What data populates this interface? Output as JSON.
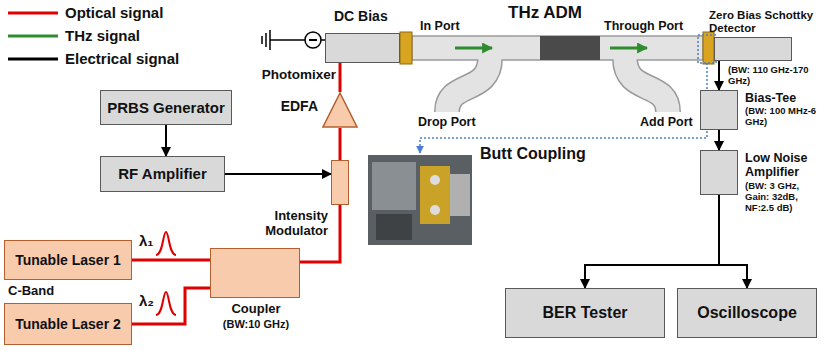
{
  "diagram": {
    "nodes": [
      {
        "text": [
          "Photomixer"
        ]
      },
      {
        "text": [
          "Zero Bias Schottky Detector",
          "(BW: 110 GHz-170 GHz)"
        ]
      },
      {
        "text": [
          "PRBS Generator"
        ]
      },
      {
        "text": [
          "RF Amplifier"
        ]
      },
      {
        "text": [
          "EDFA"
        ]
      },
      {
        "text": [
          "Intensity Modulator"
        ]
      },
      {
        "text": [
          "Bias-Tee",
          "(BW: 100 MHz-6 GHz)"
        ]
      },
      {
        "text": [
          "Low Noise Amplifier",
          "(BW: 3 GHz, Gain: 32dB, NF:2.5 dB)"
        ]
      },
      {
        "text": [
          "Tunable Laser 1"
        ]
      },
      {
        "text": [
          "Tunable Laser 2"
        ]
      },
      {
        "text": [
          "Coupler",
          "(BW:10 GHz)"
        ]
      },
      {
        "text": [
          "BER Tester"
        ]
      },
      {
        "text": [
          "Oscilloscope"
        ]
      }
    ],
    "edges": [
      {
        "from": 2,
        "to": 3,
        "arrow": "to"
      },
      {
        "from": 3,
        "to": 5,
        "arrow": "to"
      },
      {
        "from": 8,
        "to": 10,
        "arrow": "none"
      },
      {
        "from": 9,
        "to": 10,
        "arrow": "none"
      },
      {
        "from": 10,
        "to": 5,
        "arrow": "none"
      },
      {
        "from": 5,
        "to": 4,
        "arrow": "none"
      },
      {
        "from": 4,
        "to": 0,
        "arrow": "none"
      },
      {
        "from": 1,
        "to": 6,
        "arrow": "to"
      },
      {
        "from": 6,
        "to": 7,
        "arrow": "to"
      },
      {
        "from": 7,
        "to": 11,
        "arrow": "to"
      },
      {
        "from": 7,
        "to": 12,
        "arrow": "to"
      }
    ],
    "labels": [
      "DC Bias",
      "THz ADM",
      "In Port",
      "Through Port",
      "Drop Port",
      "Add Port",
      "Butt Coupling",
      "C-Band",
      "λ₁",
      "λ₂"
    ],
    "legend": [
      {
        "text": "Optical signal"
      },
      {
        "text": "THz signal"
      },
      {
        "text": "Electrical signal"
      }
    ]
  }
}
